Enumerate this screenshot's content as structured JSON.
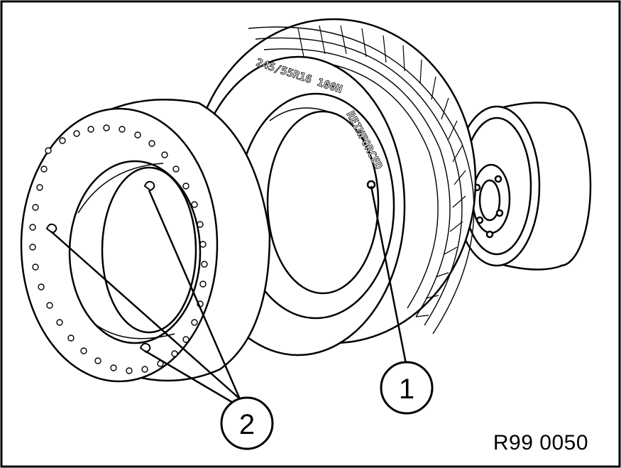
{
  "figure": {
    "reference_code": "R99 0050",
    "tire_sidewall_size": "245/55R16 100H",
    "tire_sidewall_marking": "REINFORCED",
    "callouts": [
      {
        "label": "1"
      },
      {
        "label": "2"
      }
    ]
  }
}
